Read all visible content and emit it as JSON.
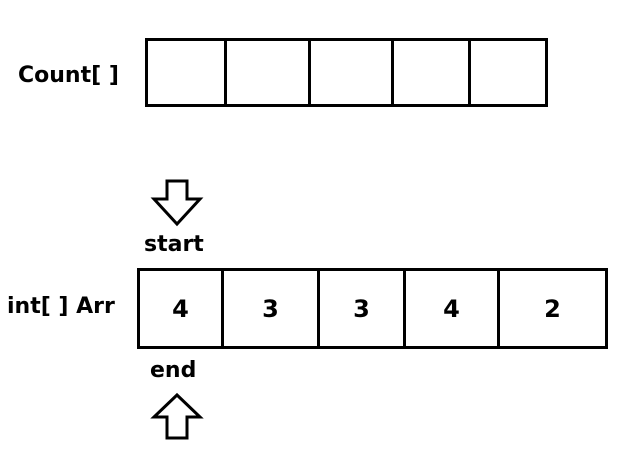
{
  "count": {
    "label": "Count[ ]",
    "cells": [
      "",
      "",
      "",
      "",
      ""
    ]
  },
  "arr": {
    "label": "int[ ] Arr",
    "cells": [
      "4",
      "3",
      "3",
      "4",
      "2"
    ]
  },
  "pointers": {
    "start_label": "start",
    "end_label": "end",
    "start_icon": "down-arrow-icon",
    "end_icon": "up-arrow-icon"
  }
}
